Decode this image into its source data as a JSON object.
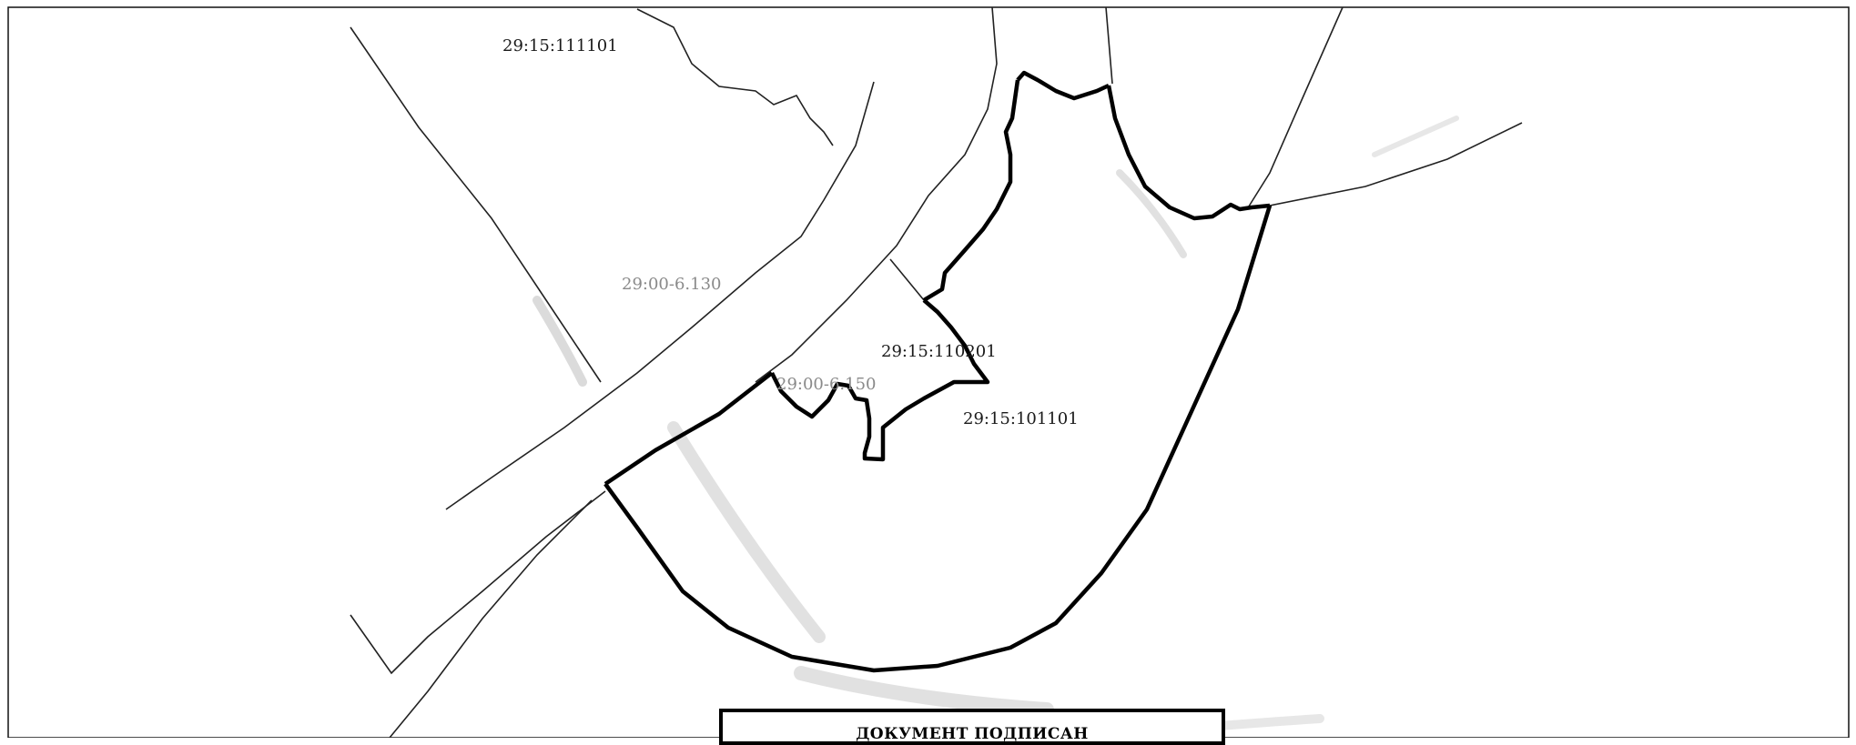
{
  "map": {
    "parcels": [
      {
        "id": "cadastral-quarter-111101",
        "label": "29:15:111101"
      },
      {
        "id": "cadastral-district-6130",
        "label": "29:00-6.130"
      },
      {
        "id": "cadastral-quarter-110201",
        "label": "29:15:110201"
      },
      {
        "id": "cadastral-district-6150",
        "label": "29:00-6.150"
      },
      {
        "id": "cadastral-quarter-101101",
        "label": "29:15:101101"
      }
    ],
    "colors": {
      "boundary": "#000000",
      "thin_line": "#222222",
      "faint_label": "#8a8a8a",
      "background": "#ffffff"
    }
  },
  "stamp": {
    "text": "ДОКУМЕНТ ПОДПИСАН"
  }
}
